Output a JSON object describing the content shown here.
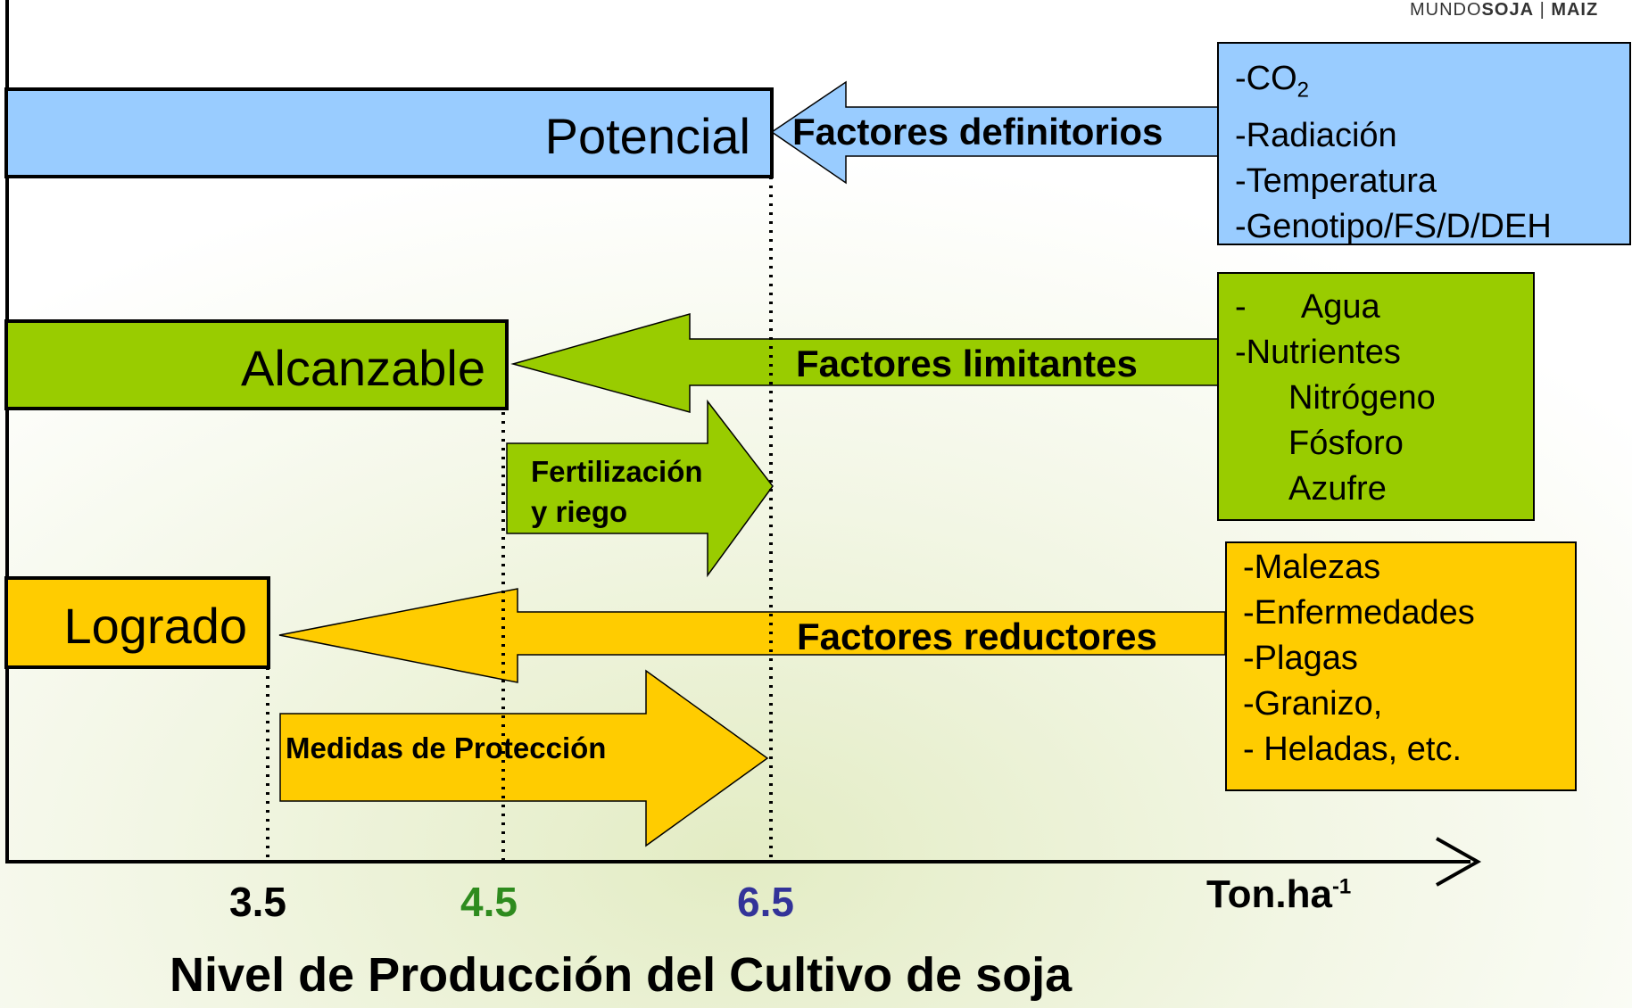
{
  "logo": {
    "left": "MUNDO",
    "bold1": "SOJA",
    "bold2": "MAIZ"
  },
  "levels": {
    "potencial": "Potencial",
    "alcanzable": "Alcanzable",
    "logrado": "Logrado"
  },
  "factors": {
    "definitorios": "Factores definitorios",
    "limitantes": "Factores limitantes",
    "reductores": "Factores reductores"
  },
  "lists": {
    "definitorios": {
      "co2_prefix": "-CO",
      "co2_sub": "2",
      "items": [
        "-Radiación",
        "-Temperatura",
        "-Genotipo/FS/D/DEH"
      ]
    },
    "limitantes": {
      "items": [
        "-      Agua",
        "-Nutrientes",
        "Nitrógeno",
        "Fósforo",
        "Azufre"
      ]
    },
    "reductores": {
      "items": [
        "-Malezas",
        "-Enfermedades",
        "-Plagas",
        "-Granizo,",
        "- Heladas, etc."
      ]
    }
  },
  "arrows": {
    "fertilizacion_line1": "Fertilización",
    "fertilizacion_line2": "y riego",
    "proteccion": "Medidas de Protección"
  },
  "axis": {
    "ticks": [
      "3.5",
      "4.5",
      "6.5"
    ],
    "unit": "Ton.ha",
    "unit_sup": "-1",
    "title": "Nivel de Producción del Cultivo de soja"
  },
  "colors": {
    "blue": "#99ccff",
    "green": "#99cc00",
    "gold": "#ffcc00",
    "tick_35": "#000000",
    "tick_45": "#2e8b1e",
    "tick_65": "#333399"
  }
}
